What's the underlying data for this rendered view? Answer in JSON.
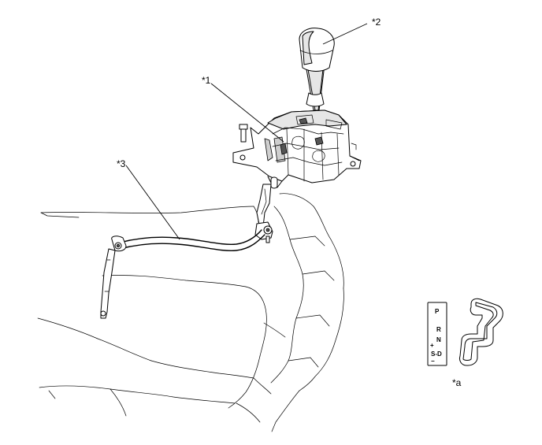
{
  "callouts": {
    "c1": "*1",
    "c2": "*2",
    "c3": "*3",
    "ca": "*a"
  },
  "gate_indicator": {
    "p": "P",
    "r": "R",
    "n": "N",
    "plus": "+",
    "sd": "S-D",
    "minus": "−"
  }
}
